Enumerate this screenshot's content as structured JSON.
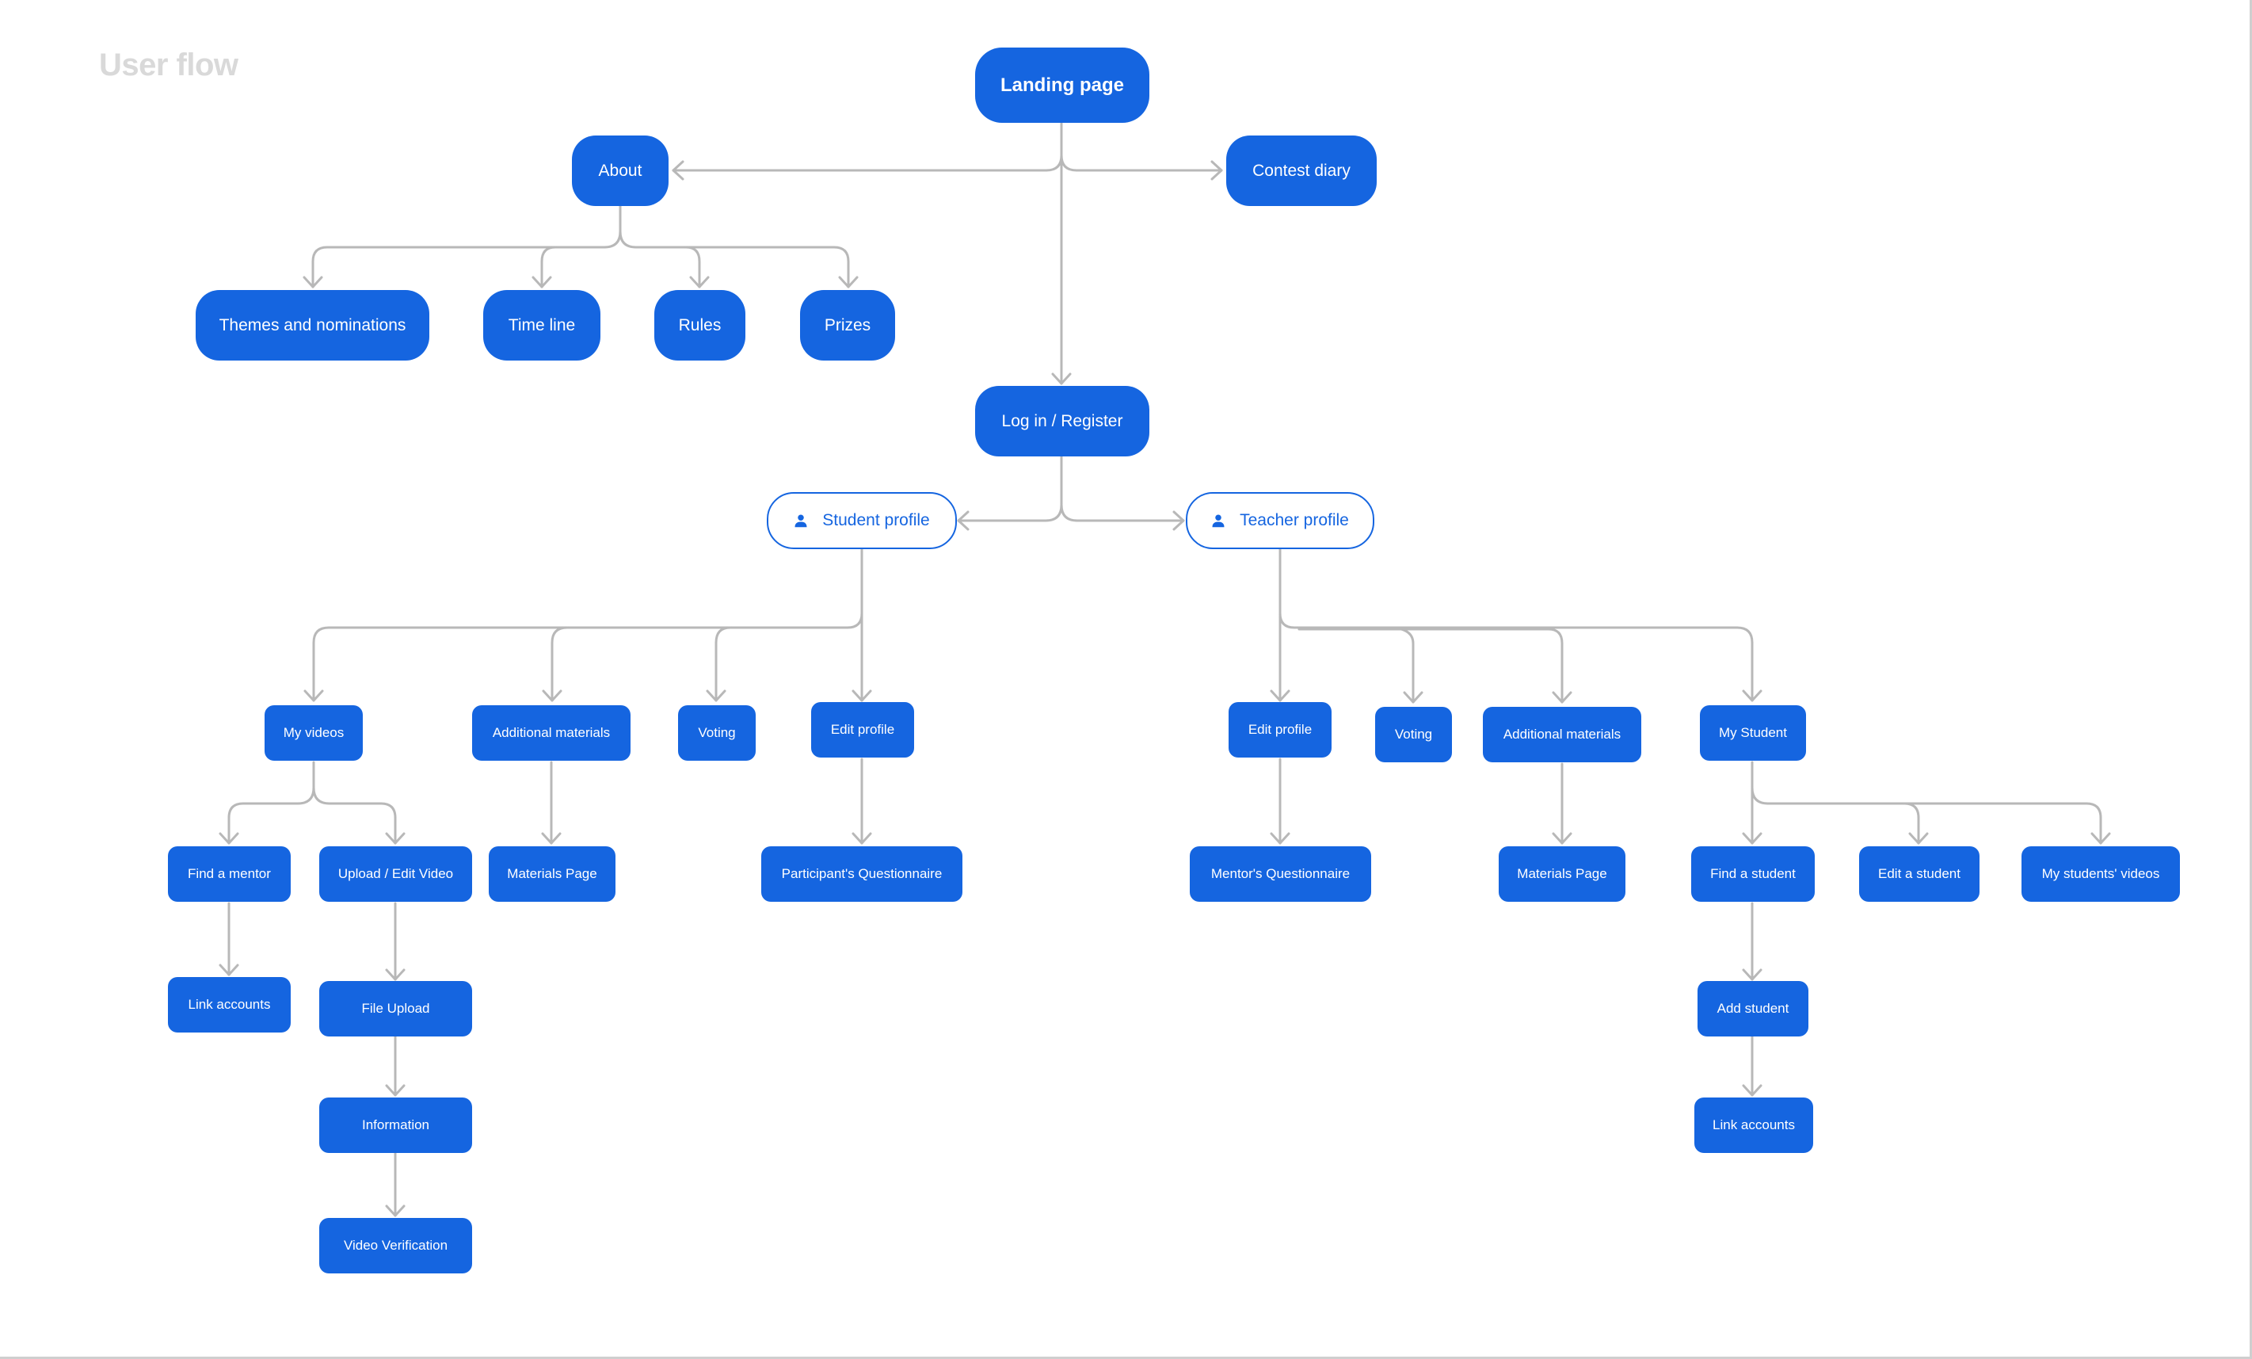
{
  "title": "User flow",
  "nodes": {
    "landing": "Landing page",
    "about": "About",
    "contest_diary": "Contest diary",
    "themes": "Themes and nominations",
    "timeline": "Time line",
    "rules": "Rules",
    "prizes": "Prizes",
    "login": "Log in / Register",
    "student_profile": "Student profile",
    "teacher_profile": "Teacher profile",
    "my_videos": "My videos",
    "additional_materials_s": "Additional materials",
    "voting_s": "Voting",
    "edit_profile_s": "Edit profile",
    "edit_profile_t": "Edit profile",
    "voting_t": "Voting",
    "additional_materials_t": "Additional materials",
    "my_student": "My Student",
    "find_mentor": "Find a mentor",
    "upload_edit_video": "Upload / Edit Video",
    "materials_page_s": "Materials Page",
    "participant_questionnaire": "Participant's Questionnaire",
    "mentor_questionnaire": "Mentor's Questionnaire",
    "materials_page_t": "Materials Page",
    "find_student": "Find a student",
    "edit_student": "Edit a student",
    "students_videos": "My students' videos",
    "link_accounts_s": "Link accounts",
    "file_upload": "File Upload",
    "add_student": "Add student",
    "information": "Information",
    "link_accounts_t": "Link accounts",
    "video_verification": "Video Verification"
  },
  "colors": {
    "node_fill": "#1565e0",
    "node_text": "#ffffff",
    "connector": "#b8b8b8",
    "title": "#d9d9d9"
  },
  "icons": {
    "profile": "person-icon"
  }
}
